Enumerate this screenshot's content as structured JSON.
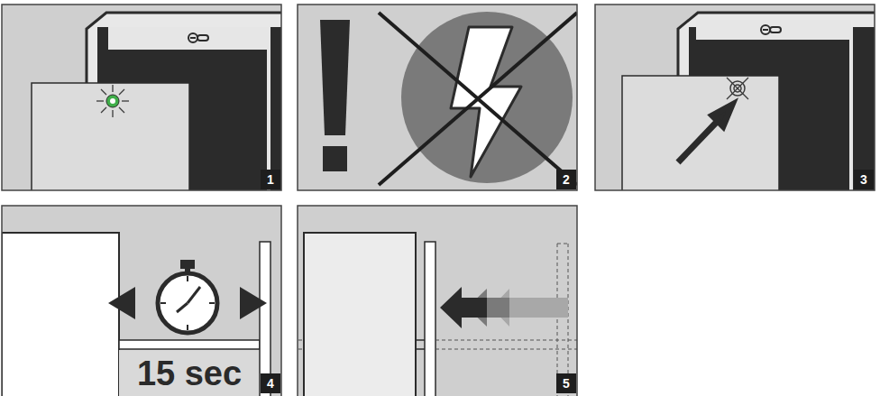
{
  "diagram": {
    "labels": [
      "1",
      "2",
      "3",
      "15 sec",
      "4",
      "5"
    ]
  }
}
